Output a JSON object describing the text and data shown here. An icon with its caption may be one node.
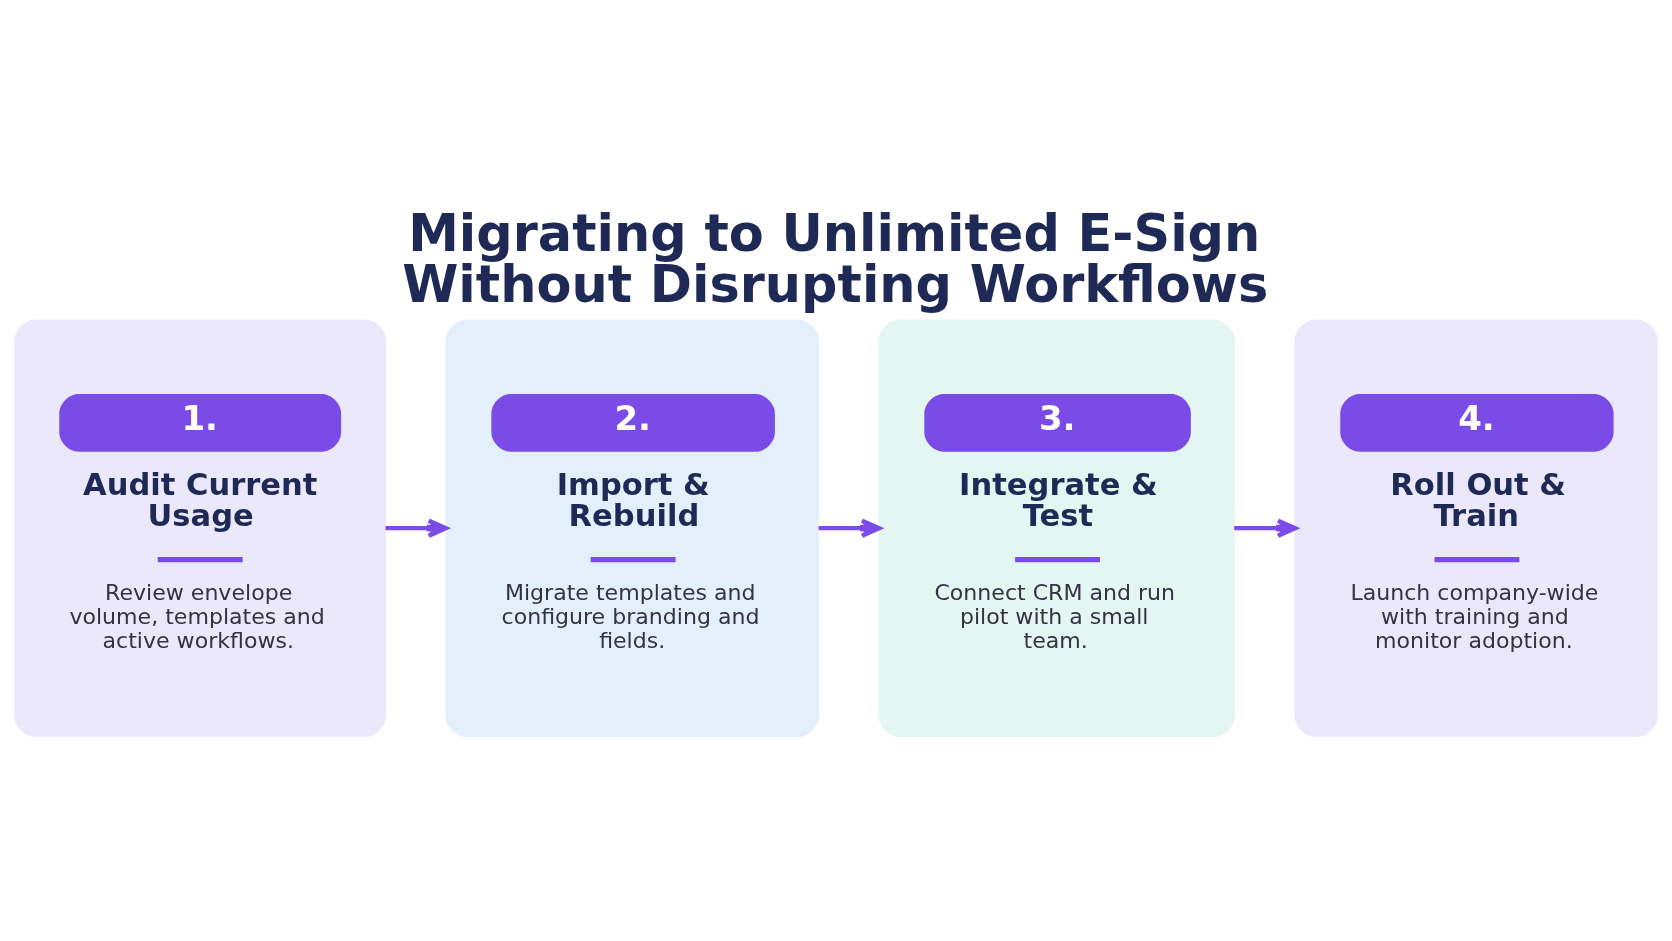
{
  "diagram": {
    "title": "Migrating to Unlimited E-Sign Without Disrupting Workflows",
    "nodes": [
      {
        "text": [
          "1.",
          "Audit Current Usage",
          "Review envelope volume, templates and active workflows."
        ]
      },
      {
        "text": [
          "2.",
          "Import & Rebuild",
          "Migrate templates and configure branding and fields."
        ]
      },
      {
        "text": [
          "3.",
          "Integrate & Test",
          "Connect CRM and run pilot with a small team."
        ]
      },
      {
        "text": [
          "4.",
          "Roll Out & Train",
          "Launch company-wide with training and monitor adoption."
        ]
      }
    ],
    "edges": [
      {
        "from": 0,
        "to": 1,
        "arrow": "to"
      },
      {
        "from": 1,
        "to": 2,
        "arrow": "to"
      },
      {
        "from": 2,
        "to": 3,
        "arrow": "to"
      }
    ]
  }
}
